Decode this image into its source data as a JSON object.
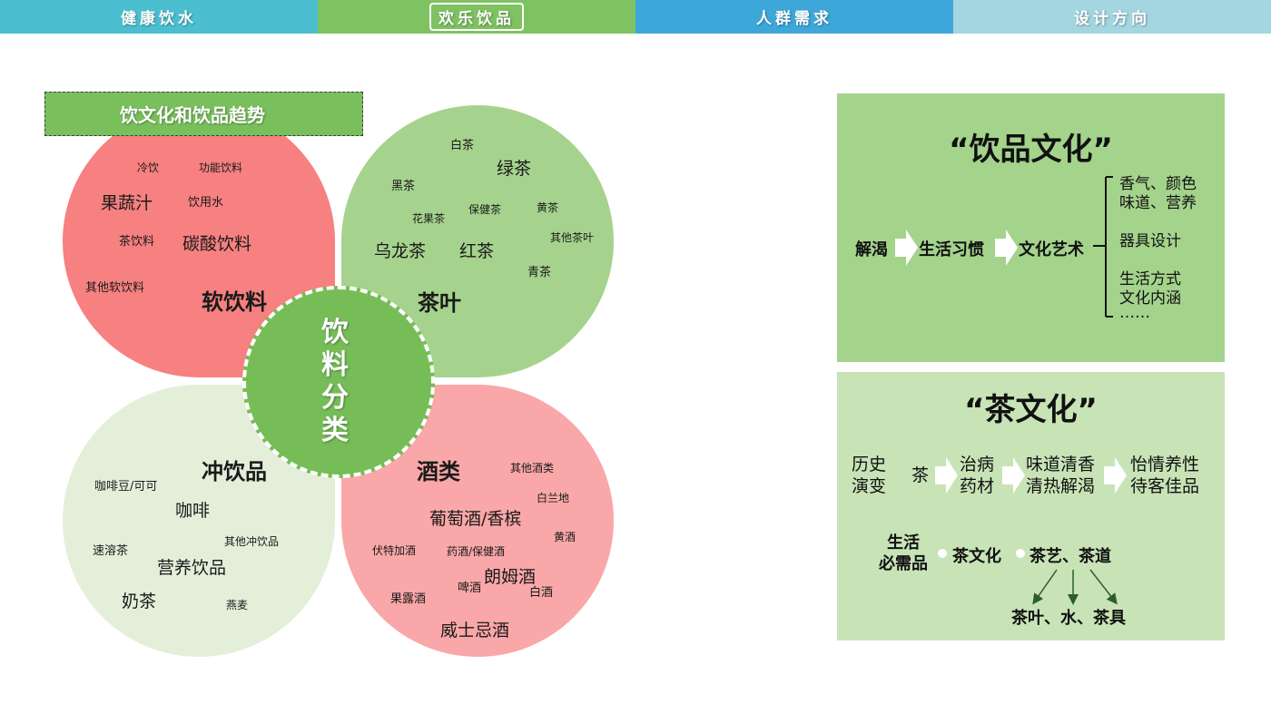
{
  "nav": {
    "tabs": [
      {
        "label": "健康饮水"
      },
      {
        "label": "欢乐饮品"
      },
      {
        "label": "人群需求"
      },
      {
        "label": "设计方向"
      }
    ],
    "active_index": 1
  },
  "diagram": {
    "banner": "饮文化和饮品趋势",
    "center": {
      "line1": "饮 料",
      "line2": "分 类"
    },
    "soft_drinks": {
      "title": "软饮料",
      "items": [
        "冷饮",
        "功能饮料",
        "果蔬汁",
        "饮用水",
        "茶饮料",
        "碳酸饮料",
        "其他软饮料"
      ]
    },
    "tea": {
      "title": "茶叶",
      "items": [
        "白茶",
        "绿茶",
        "黑茶",
        "花果茶",
        "保健茶",
        "黄茶",
        "其他茶叶",
        "乌龙茶",
        "红茶",
        "青茶"
      ]
    },
    "brewed": {
      "title": "冲饮品",
      "items": [
        "咖啡豆/可可",
        "咖啡",
        "其他冲饮品",
        "速溶茶",
        "营养饮品",
        "奶茶",
        "燕麦"
      ]
    },
    "alcohol": {
      "title": "酒类",
      "items": [
        "其他酒类",
        "白兰地",
        "葡萄酒/香槟",
        "黄酒",
        "伏特加酒",
        "药酒/保健酒",
        "朗姆酒",
        "啤酒",
        "白酒",
        "果露酒",
        "威士忌酒"
      ]
    }
  },
  "drink_culture": {
    "title": "“饮品文化”",
    "flow": [
      "解渴",
      "生活习惯",
      "文化艺术"
    ],
    "branches": [
      "香气、颜色",
      "味道、营养",
      "器具设计",
      "生活方式",
      "文化内涵",
      "……"
    ]
  },
  "tea_culture": {
    "title": "“茶文化”",
    "history": [
      "历史",
      "演变"
    ],
    "tea": "茶",
    "steps": [
      [
        "治病",
        "药材"
      ],
      [
        "味道清香",
        "清热解渴"
      ],
      [
        "怡情养性",
        "待客佳品"
      ]
    ],
    "life": [
      "生活",
      "必需品"
    ],
    "culture": "茶文化",
    "art": "茶艺、茶道",
    "elements": "茶叶、水、茶具"
  },
  "colors": {
    "nav": [
      "#4bbfd0",
      "#7fc262",
      "#3ea7da",
      "#a3d6e0"
    ],
    "soft_drinks": "#f78080",
    "tea": "#a5d38d",
    "brewed": "#e3efd9",
    "alcohol": "#f9a7a8",
    "center": "#76bd57",
    "panel1": "#a4d38c",
    "panel2": "#c8e3b6"
  }
}
